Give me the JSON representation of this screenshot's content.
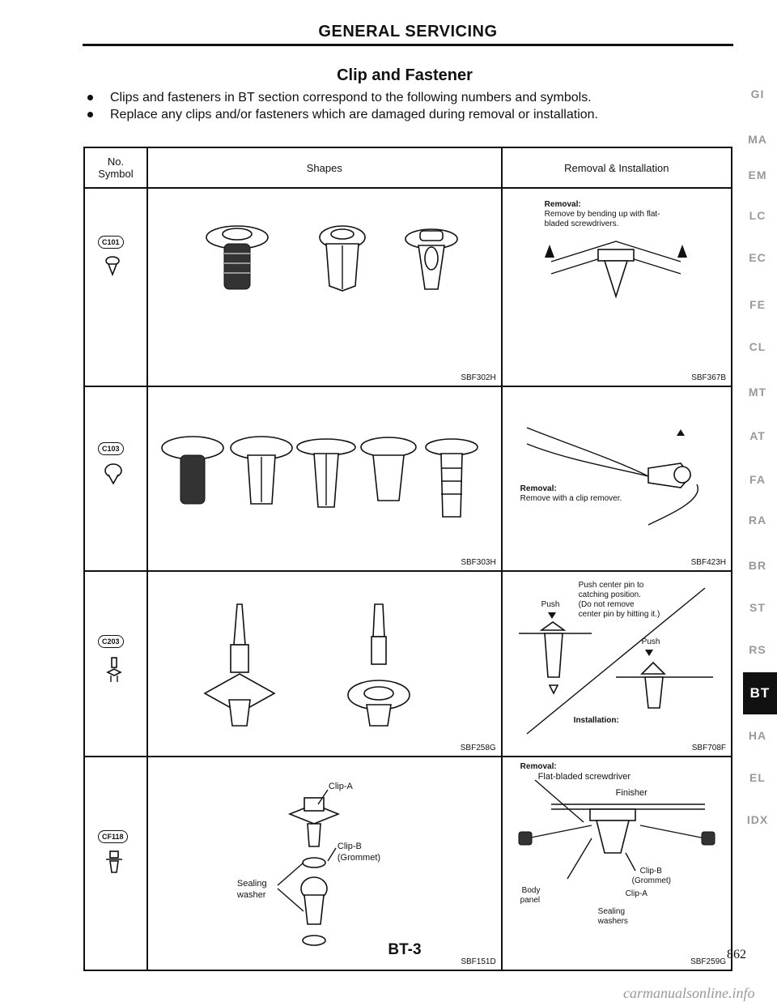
{
  "header": {
    "section_title": "GENERAL SERVICING"
  },
  "title": "Clip and Fastener",
  "bullets": [
    "Clips and fasteners in BT section correspond to the following numbers and symbols.",
    "Replace any clips and/or fasteners which are damaged during removal or installation."
  ],
  "table": {
    "headers": {
      "no": "No.",
      "symbol": "Symbol",
      "shapes": "Shapes",
      "removal": "Removal & Installation"
    },
    "rows": [
      {
        "code": "C101",
        "shape_ref": "SBF302H",
        "removal_ref": "SBF367B",
        "removal_heading": "Removal:",
        "removal_text": "Remove by bending up with flat-bladed screwdrivers."
      },
      {
        "code": "C103",
        "shape_ref": "SBF303H",
        "removal_ref": "SBF423H",
        "removal_heading": "Removal:",
        "removal_text": "Remove with a clip remover."
      },
      {
        "code": "C203",
        "shape_ref": "SBF258G",
        "removal_ref": "SBF708F",
        "push_left": "Push",
        "install_text_1": "Push center pin to",
        "install_text_2": "catching position.",
        "install_text_3": "(Do not remove",
        "install_text_4": "center pin by hitting it.)",
        "push_right": "Push",
        "installation_heading": "Installation:"
      },
      {
        "code": "CF118",
        "shape_ref": "SBF151D",
        "removal_ref": "SBF259G",
        "clip_a": "Clip-A",
        "clip_b": "Clip-B",
        "grommet": "(Grommet)",
        "sealing": "Sealing",
        "washer": "washer",
        "removal_heading": "Removal:",
        "flat_bladed": "Flat-bladed screwdriver",
        "finisher": "Finisher",
        "body": "Body",
        "panel": "panel",
        "r_clip_b": "Clip-B",
        "r_grommet": "(Grommet)",
        "r_clip_a": "Clip-A",
        "sealing_washers_1": "Sealing",
        "sealing_washers_2": "washers"
      }
    ]
  },
  "side_tabs": [
    "GI",
    "MA",
    "EM",
    "LC",
    "EC",
    "FE",
    "CL",
    "MT",
    "AT",
    "FA",
    "RA",
    "BR",
    "ST",
    "RS",
    "BT",
    "HA",
    "EL",
    "IDX"
  ],
  "active_tab": "BT",
  "footer": {
    "page_label": "BT-3",
    "page_number": "862"
  },
  "watermark": "carmanualsonline.info"
}
